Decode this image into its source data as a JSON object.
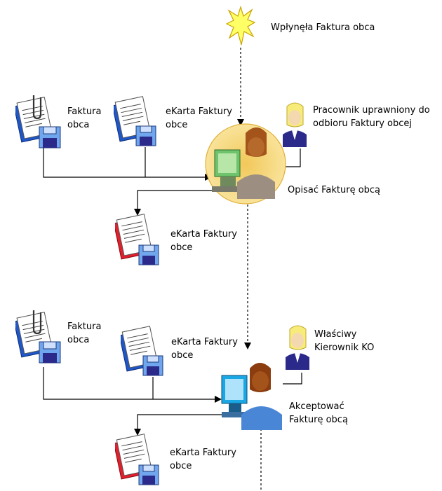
{
  "event": {
    "label": "Wpłynęła Faktura obca"
  },
  "step1": {
    "doc_invoice": [
      "Faktura",
      "obca"
    ],
    "doc_ecard_in": [
      "eKarta Faktury",
      "obce"
    ],
    "actor": [
      "Pracownik uprawniony do",
      "odbioru Faktury obcej"
    ],
    "task": "Opisać Fakturę obcą",
    "doc_ecard_out": [
      "eKarta Faktury",
      "obce"
    ]
  },
  "step2": {
    "doc_invoice": [
      "Faktura",
      "obca"
    ],
    "doc_ecard_in": [
      "eKarta Faktury",
      "obce"
    ],
    "actor": [
      "Właściwy",
      "Kierownik KO"
    ],
    "task": [
      "Akceptować",
      "Fakturę obcą"
    ],
    "doc_ecard_out": [
      "eKarta Faktury",
      "obce"
    ]
  },
  "icons": {
    "event": "burst-star-icon",
    "invoice": "document-clip-disk-icon",
    "ecard_in": "blue-document-disk-icon",
    "ecard_out": "red-document-disk-icon",
    "actor": "person-icon",
    "task": "user-computer-icon"
  },
  "colors": {
    "event_fill": "#ffff66",
    "task_highlight": "#f6d56a",
    "doc_blue": "#1f57c8",
    "doc_red": "#e0202c",
    "actor_suit": "#2b2a8a",
    "actor_hair": "#f7ec7a"
  }
}
